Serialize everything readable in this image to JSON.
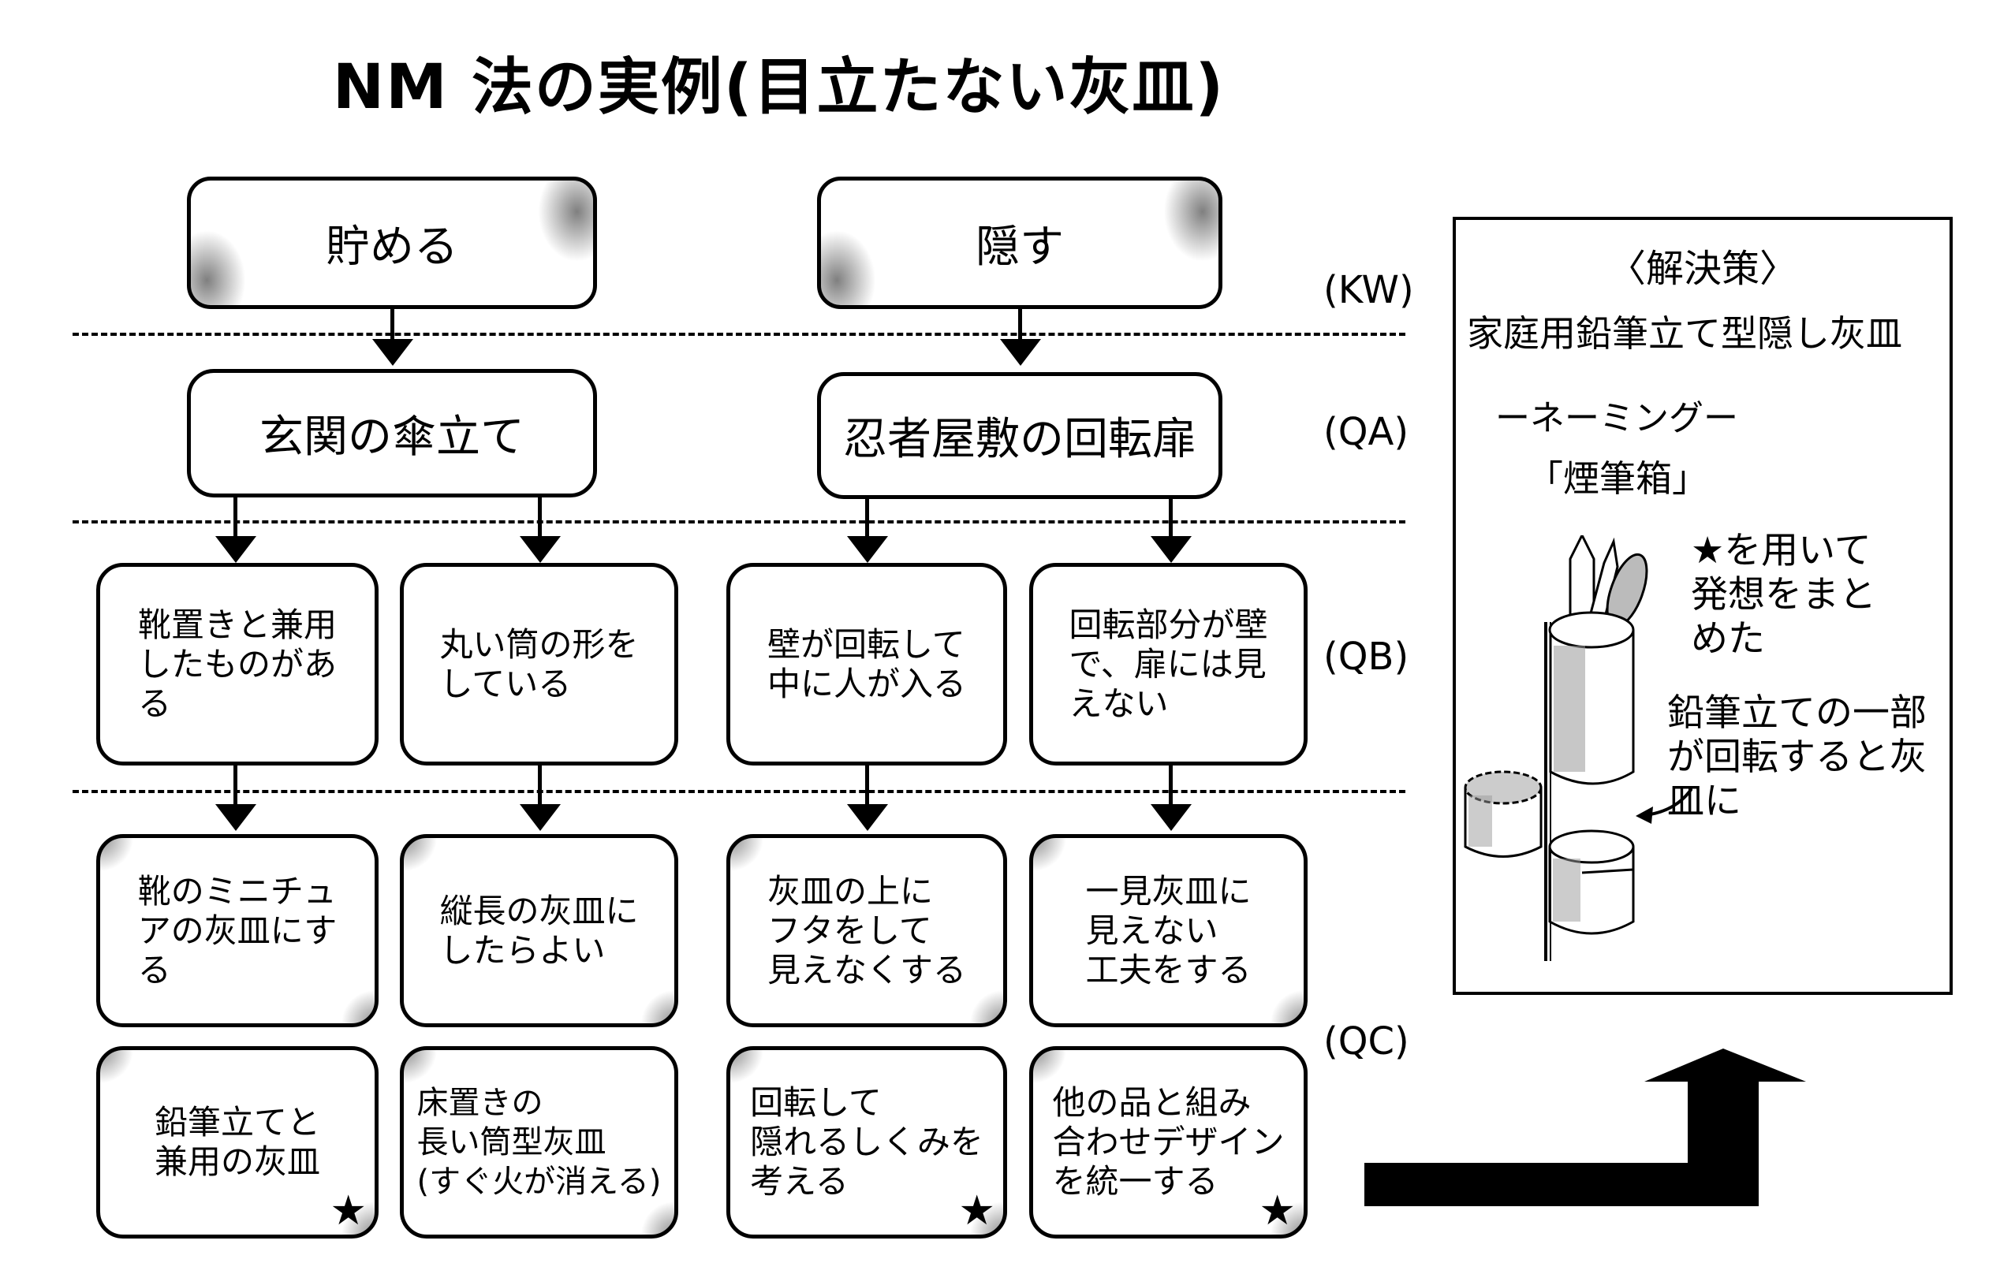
{
  "title": "NM 法の実例(目立たない灰皿)",
  "layers": {
    "kw": "(KW)",
    "qa": "(QA)",
    "qb": "(QB)",
    "qc": "(QC)"
  },
  "branches": [
    {
      "keyword": "貯める",
      "analogy": "玄関の傘立て",
      "qb": [
        "靴置きと兼用\nしたものがあ\nる",
        "丸い筒の形を\nしている"
      ],
      "qc_upper": [
        "靴のミニチュ\nアの灰皿にす\nる",
        "縦長の灰皿に\nしたらよい"
      ],
      "qc_lower": [
        "鉛筆立てと\n兼用の灰皿",
        "床置きの\n長い筒型灰皿\n(すぐ火が消える)"
      ],
      "qc_lower_starred": [
        true,
        false
      ]
    },
    {
      "keyword": "隠す",
      "analogy": "忍者屋敷の回転扉",
      "qb": [
        "壁が回転して\n中に人が入る",
        "回転部分が壁\nで、扉には見\nえない"
      ],
      "qc_upper": [
        "灰皿の上に\nフタをして\n見えなくする",
        "一見灰皿に\n見えない\n工夫をする"
      ],
      "qc_lower": [
        "回転して\n隠れるしくみを\n考える",
        "他の品と組み\n合わせデザイン\nを統一する"
      ],
      "qc_lower_starred": [
        true,
        true
      ]
    }
  ],
  "star_symbol": "★",
  "solution": {
    "heading": "〈解決策〉",
    "name": "家庭用鉛筆立て型隠し灰皿",
    "naming_label": "ーネーミングー",
    "naming_value": "「煙筆箱」",
    "note1": "★を用いて\n発想をまと\nめた",
    "note2": "鉛筆立ての一部\nが回転すると灰\n皿に",
    "illustration": "pencil-holder-ashtray-icon"
  }
}
